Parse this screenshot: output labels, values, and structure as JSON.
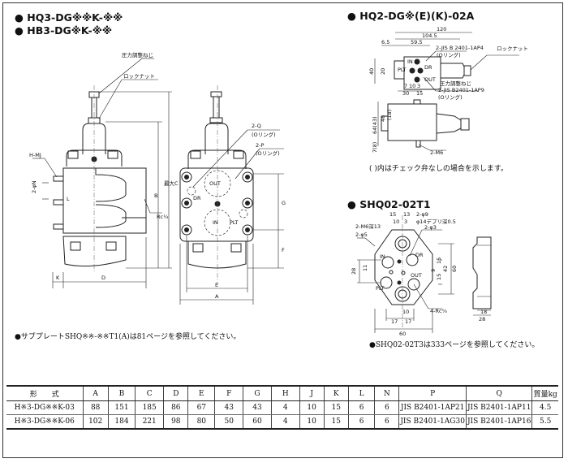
{
  "titles": {
    "hq3": "● HQ3-DG※※K-※※",
    "hb3": "● HB3-DG※K-※※",
    "hq2": "● HQ2-DG※(E)(K)-02A",
    "shq": "● SHQ02-02T1"
  },
  "main_view_labels": {
    "pressure_screw": "圧力調整ねじ",
    "lock_nut": "ロックナット",
    "h_mj": "H-MJ",
    "n_hole": "2-φN",
    "l": "L",
    "b": "B",
    "c_max": "最大C",
    "rc": "Rc¼",
    "k": "K",
    "d": "D",
    "q_oring": "2-Q",
    "q_oring_sub": "(Oリング)",
    "p_oring": "2-P",
    "p_oring_sub": "(Oリング)",
    "out": "OUT",
    "dr": "DR",
    "in": "IN",
    "plt": "PLT",
    "g": "G",
    "f": "F",
    "e": "E",
    "a": "A"
  },
  "hq2_labels": {
    "d120": "120",
    "d104_5": "104.5",
    "d6_5": "6.5",
    "d59_5": "59.5",
    "oring1": "2-JIS B 2401-1AP4",
    "oring1_sub": "(Oリング)",
    "lock_nut": "ロックナット",
    "pressure_screw": "圧力調整ねじ",
    "oring2": "2-JIS B2401-1AP9",
    "oring2_sub": "(Oリング)",
    "in": "IN",
    "dr": "DR",
    "plt": "PLT",
    "out": "OUT",
    "d40": "40",
    "d20": "20",
    "d7": "7",
    "d10": "10",
    "d3": "3",
    "d30": "30",
    "d15": "15",
    "d64": "64(43)",
    "d46": "46",
    "d18": "(18)",
    "d7b": "7(8)",
    "m6": "2-M6"
  },
  "shq_labels": {
    "d15": "15",
    "d13": "13",
    "d10": "10",
    "d3": "3",
    "phi9": "2-φ9",
    "phi14": "φ14デプリ深0.5",
    "m6": "2-M6深13",
    "phi5": "2-φ5",
    "phi3": "2-φ3",
    "in": "IN",
    "dr": "DR",
    "out": "OUT",
    "plt": "PLT",
    "d28": "28",
    "d11": "11",
    "d9": "9",
    "d15b": "15",
    "d42": "42",
    "d60": "60",
    "d15c": "15",
    "rc": "4-Rc¼",
    "d10b": "10",
    "d17a": "17",
    "d17b": "17",
    "d60b": "60",
    "d18": "18",
    "d28b": "28"
  },
  "notes": {
    "subplate": "●サブプレートSHQ※※-※※T1(A)は81ページを参照してください。",
    "check_valve": "(  )内はチェック弁なしの場合を示します。",
    "shq_t3": "●SHQ02-02T3は333ページを参照してください。"
  },
  "table": {
    "headers": [
      "形　　式",
      "A",
      "B",
      "C",
      "D",
      "E",
      "F",
      "G",
      "H",
      "J",
      "K",
      "L",
      "N",
      "P",
      "Q",
      "質量kg"
    ],
    "rows": [
      [
        "H※3-DG※※K-03",
        "88",
        "151",
        "185",
        "86",
        "67",
        "43",
        "43",
        "4",
        "10",
        "15",
        "6",
        "6",
        "JIS B2401-1AP21",
        "JIS B2401-1AP11",
        "4.5"
      ],
      [
        "H※3-DG※※K-06",
        "102",
        "184",
        "221",
        "98",
        "80",
        "50",
        "60",
        "4",
        "10",
        "15",
        "6",
        "6",
        "JIS B2401-1AG30",
        "JIS B2401-1AP16",
        "5.5"
      ]
    ]
  }
}
